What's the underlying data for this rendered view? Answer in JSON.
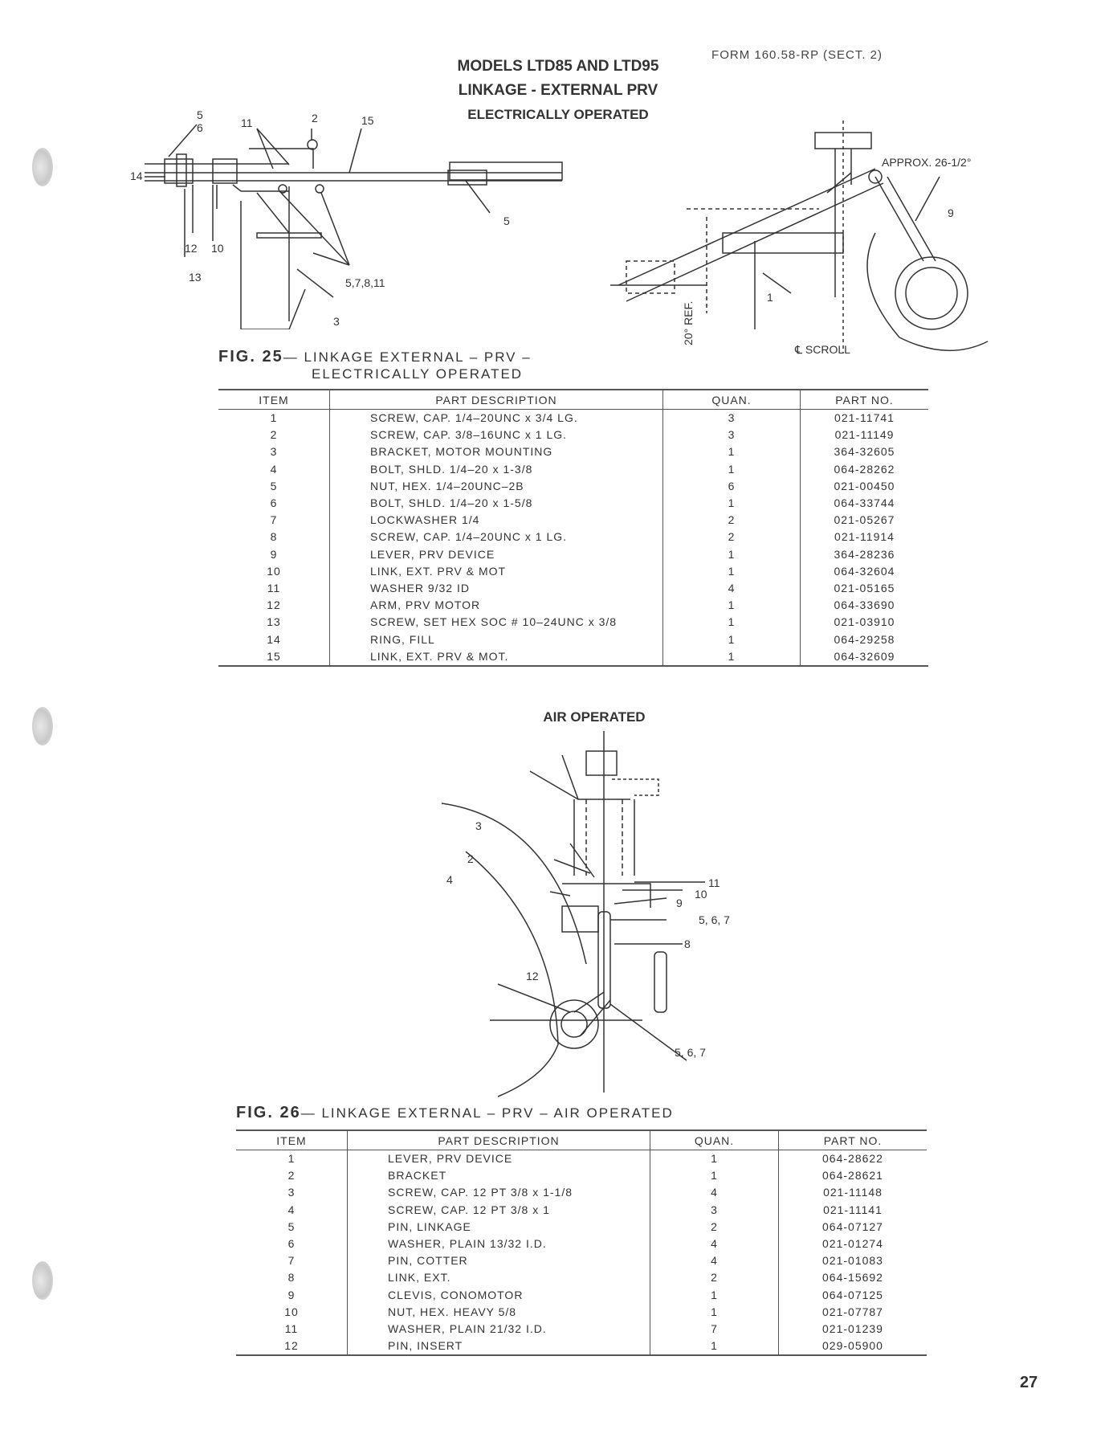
{
  "header": {
    "title_line1": "MODELS LTD85 AND LTD95",
    "title_line2": "LINKAGE - EXTERNAL PRV",
    "title_line3": "ELECTRICALLY OPERATED",
    "form_ref": "FORM 160.58-RP (SECT. 2)"
  },
  "fig25": {
    "caption_label": "FIG. 25",
    "caption_text": "LINKAGE EXTERNAL – PRV –",
    "caption_text2": "ELECTRICALLY OPERATED",
    "callouts": [
      "5",
      "6",
      "11",
      "2",
      "15",
      "14",
      "12",
      "10",
      "13",
      "5,7,8,11",
      "3",
      "5"
    ],
    "right_callouts": [
      "APPROX. 26-1/2°",
      "9",
      "20° REF.",
      "1",
      "℄ SCROLL"
    ]
  },
  "table1": {
    "headers": [
      "ITEM",
      "PART DESCRIPTION",
      "QUAN.",
      "PART NO."
    ],
    "rows": [
      [
        "1",
        "SCREW, CAP. 1/4–20UNC x 3/4 LG.",
        "3",
        "021-11741"
      ],
      [
        "2",
        "SCREW, CAP. 3/8–16UNC x 1 LG.",
        "3",
        "021-11149"
      ],
      [
        "3",
        "BRACKET, MOTOR MOUNTING",
        "1",
        "364-32605"
      ],
      [
        "4",
        "BOLT, SHLD. 1/4–20 x 1-3/8",
        "1",
        "064-28262"
      ],
      [
        "5",
        "NUT, HEX. 1/4–20UNC–2B",
        "6",
        "021-00450"
      ],
      [
        "6",
        "BOLT, SHLD. 1/4–20 x 1-5/8",
        "1",
        "064-33744"
      ],
      [
        "7",
        "LOCKWASHER 1/4",
        "2",
        "021-05267"
      ],
      [
        "8",
        "SCREW, CAP. 1/4–20UNC x 1 LG.",
        "2",
        "021-11914"
      ],
      [
        "9",
        "LEVER, PRV DEVICE",
        "1",
        "364-28236"
      ],
      [
        "10",
        "LINK, EXT. PRV & MOT",
        "1",
        "064-32604"
      ],
      [
        "11",
        "WASHER 9/32 ID",
        "4",
        "021-05165"
      ],
      [
        "12",
        "ARM, PRV MOTOR",
        "1",
        "064-33690"
      ],
      [
        "13",
        "SCREW, SET HEX SOC # 10–24UNC x 3/8",
        "1",
        "021-03910"
      ],
      [
        "14",
        "RING, FILL",
        "1",
        "064-29258"
      ],
      [
        "15",
        "LINK, EXT. PRV & MOT.",
        "1",
        "064-32609"
      ]
    ]
  },
  "fig26": {
    "title": "AIR OPERATED",
    "caption_label": "FIG. 26",
    "caption_text": "LINKAGE EXTERNAL – PRV – AIR OPERATED",
    "callouts": [
      "3",
      "2",
      "4",
      "11",
      "10",
      "9",
      "5, 6, 7",
      "8",
      "12",
      "5, 6, 7"
    ]
  },
  "table2": {
    "headers": [
      "ITEM",
      "PART DESCRIPTION",
      "QUAN.",
      "PART NO."
    ],
    "rows": [
      [
        "1",
        "LEVER, PRV DEVICE",
        "1",
        "064-28622"
      ],
      [
        "2",
        "BRACKET",
        "1",
        "064-28621"
      ],
      [
        "3",
        "SCREW, CAP. 12 PT 3/8 x 1-1/8",
        "4",
        "021-11148"
      ],
      [
        "4",
        "SCREW, CAP. 12 PT 3/8 x 1",
        "3",
        "021-11141"
      ],
      [
        "5",
        "PIN, LINKAGE",
        "2",
        "064-07127"
      ],
      [
        "6",
        "WASHER, PLAIN 13/32 I.D.",
        "4",
        "021-01274"
      ],
      [
        "7",
        "PIN, COTTER",
        "4",
        "021-01083"
      ],
      [
        "8",
        "LINK, EXT.",
        "2",
        "064-15692"
      ],
      [
        "9",
        "CLEVIS, CONOMOTOR",
        "1",
        "064-07125"
      ],
      [
        "10",
        "NUT, HEX. HEAVY 5/8",
        "1",
        "021-07787"
      ],
      [
        "11",
        "WASHER, PLAIN 21/32 I.D.",
        "7",
        "021-01239"
      ],
      [
        "12",
        "PIN, INSERT",
        "1",
        "029-05900"
      ]
    ]
  },
  "page_number": "27"
}
